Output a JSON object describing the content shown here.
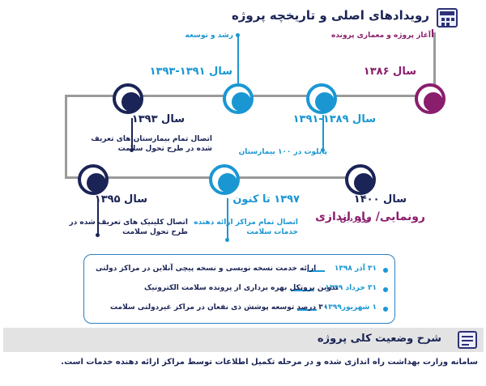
{
  "header": {
    "title": "رویدادهای اصلی و تاریخچه پروژه",
    "icon": "calendar-icon"
  },
  "colors": {
    "dark_blue": "#1b2456",
    "purple": "#8a1e6c",
    "light_blue": "#1a97d3",
    "navy": "#2c3278",
    "line_gray": "#9a9a9a"
  },
  "timeline": {
    "n1386": {
      "year": "سال ۱۳۸۶",
      "desc": "آغاز پروژه و معماری پرونده"
    },
    "n1389": {
      "year": "سال ۱۳۸۹-۱۳۹۱",
      "desc": "پایلوت در ۱۰۰ بیمارستان"
    },
    "n1391": {
      "year": "سال ۱۳۹۱-۱۳۹۳",
      "desc": "رشد و توسعه"
    },
    "n1393": {
      "year": "سال ۱۳۹۳",
      "desc_1": "اتصال تمام بیمارستان های تعریف",
      "desc_2": "شده در طرح تحول سلامت"
    },
    "n1395": {
      "year": "سال ۱۳۹۵",
      "desc_1": "اتصال کلینیک های تعریف شده در",
      "desc_2": "طرح تحول سلامت"
    },
    "n1397": {
      "year": "۱۳۹۷ تا کنون",
      "desc_1": "اتصال تمام مراکز ارائه دهنده",
      "desc_2": "خدمات سلامت"
    },
    "n1400": {
      "year": "سال ۱۴۰۰",
      "title": "رونمایی/ راه اندازی",
      "desc": "فروردین"
    }
  },
  "milestones": [
    {
      "date": "۳۱   آذر   ۱۳۹۸",
      "text": "ارائه خدمت نسخه نویسی و نسخه پیچی آنلاین در مراکز دولتی"
    },
    {
      "date": "۳۱ خرداد   ۱۳۹۹",
      "text": "تدوین پروتکل بهره برداری از پرونده سلامت الکترونیک"
    },
    {
      "date": "۱ شهریور۱۳۹۹",
      "text": "۳۰ درصد توسعه پوشش ذی نفعان در مراکز غیردولتی سلامت"
    }
  ],
  "footer": {
    "title": "شرح وضعیت کلی پروژه",
    "icon": "document-icon",
    "text": "سامانه وزارت بهداشت راه اندازی شده و در مرحله تکمیل اطلاعات توسط مراکز ارائه دهنده خدمات است."
  }
}
